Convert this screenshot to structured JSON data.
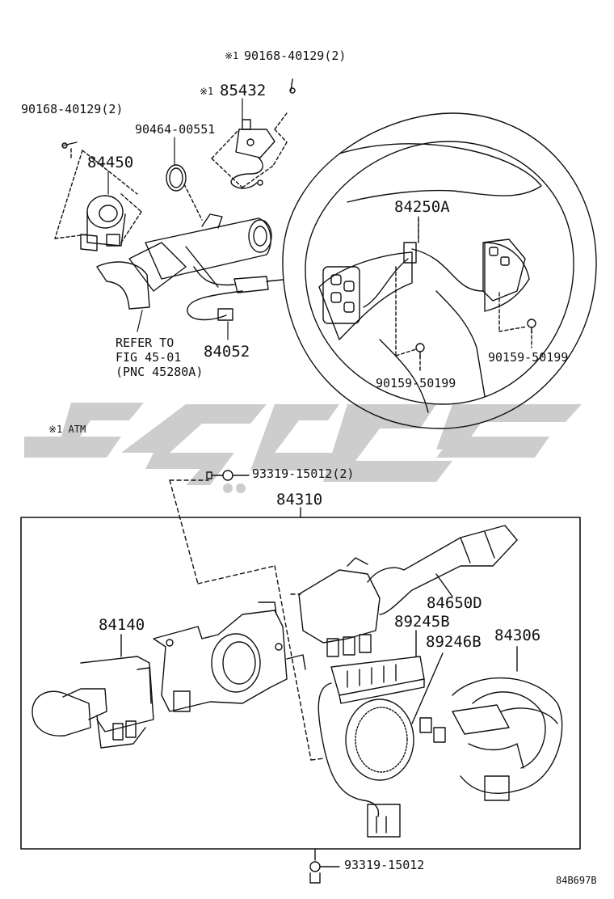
{
  "note_prefix": "※1",
  "note_atm": "※1 ATM",
  "watermark_color": "#c8c8c8",
  "ink_color": "#111111",
  "parts": {
    "p_90168_top": "90168-40129(2)",
    "p_85432": "85432",
    "p_90168_left": "90168-40129(2)",
    "p_90464": "90464-00551",
    "p_84450": "84450",
    "p_84250A": "84250A",
    "p_84052": "84052",
    "p_90159_right": "90159-50199",
    "p_90159_bottom": "90159-50199",
    "p_93319_2": "93319-15012(2)",
    "p_84310": "84310",
    "p_84650D": "84650D",
    "p_89245B": "89245B",
    "p_84140": "84140",
    "p_89246B": "89246B",
    "p_84306": "84306",
    "p_93319": "93319-15012"
  },
  "refer": {
    "line1": "REFER TO",
    "line2": "FIG 45-01",
    "line3": "(PNC 45280A)"
  },
  "figure_code": "84B697B"
}
